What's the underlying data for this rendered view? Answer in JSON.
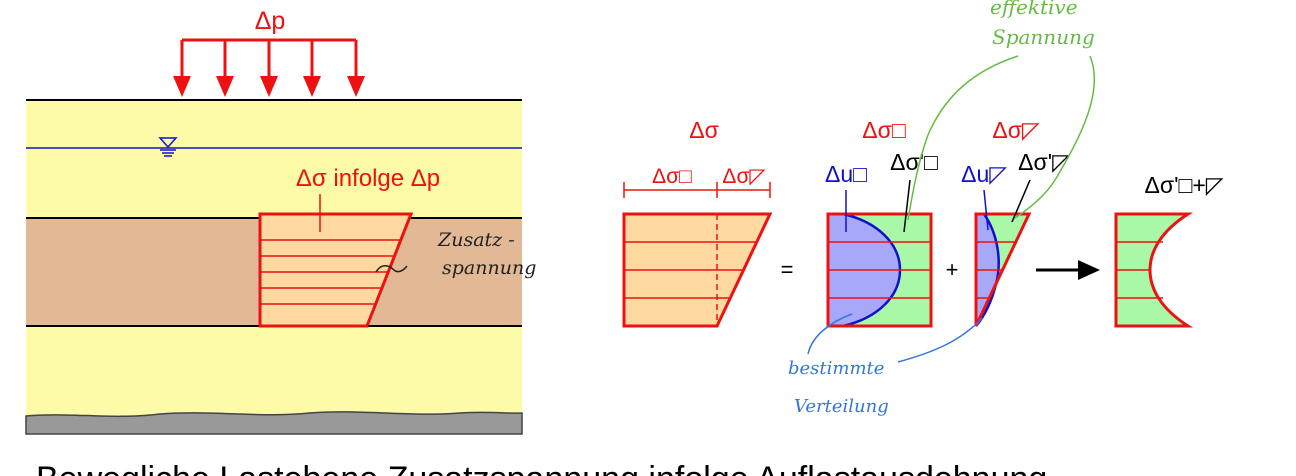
{
  "soil_profile": {
    "load_label": "Δp",
    "stress_label": "Δσ infolge Δp",
    "note_zusatz_line1": "Zusatz -",
    "note_zusatz_line2": "spannung"
  },
  "decomposition": {
    "total_label": "Δσ",
    "part_rect_label": "Δσ□",
    "part_tri_label": "Δσ◸",
    "term1": {
      "top_label": "Δσ□",
      "u_label": "Δu□",
      "eff_label": "Δσ'□"
    },
    "term2": {
      "top_label": "Δσ◸",
      "u_label": "Δu◸",
      "eff_label": "Δσ'◸"
    },
    "result_label": "Δσ'□+◸",
    "equals": "=",
    "plus": "+",
    "note_effective_line1": "effektive",
    "note_effective_line2": "Spannung",
    "note_distribution_line1": "bestimmte",
    "note_distribution_line2": "Verteilung"
  },
  "caption": "Bewegliche Lastebene Zusatzspannung infolge Auflastausdehnung",
  "colors": {
    "red": "#ee1111",
    "blue": "#1111cc",
    "green_ink": "#66bb44",
    "sand": "#fdfaa8",
    "clay": "#e2b895",
    "orange_fill": "#ffd9a0",
    "pore_fill": "#a8a8f8",
    "effective_fill": "#a8f8a8",
    "bedrock": "#999999"
  }
}
